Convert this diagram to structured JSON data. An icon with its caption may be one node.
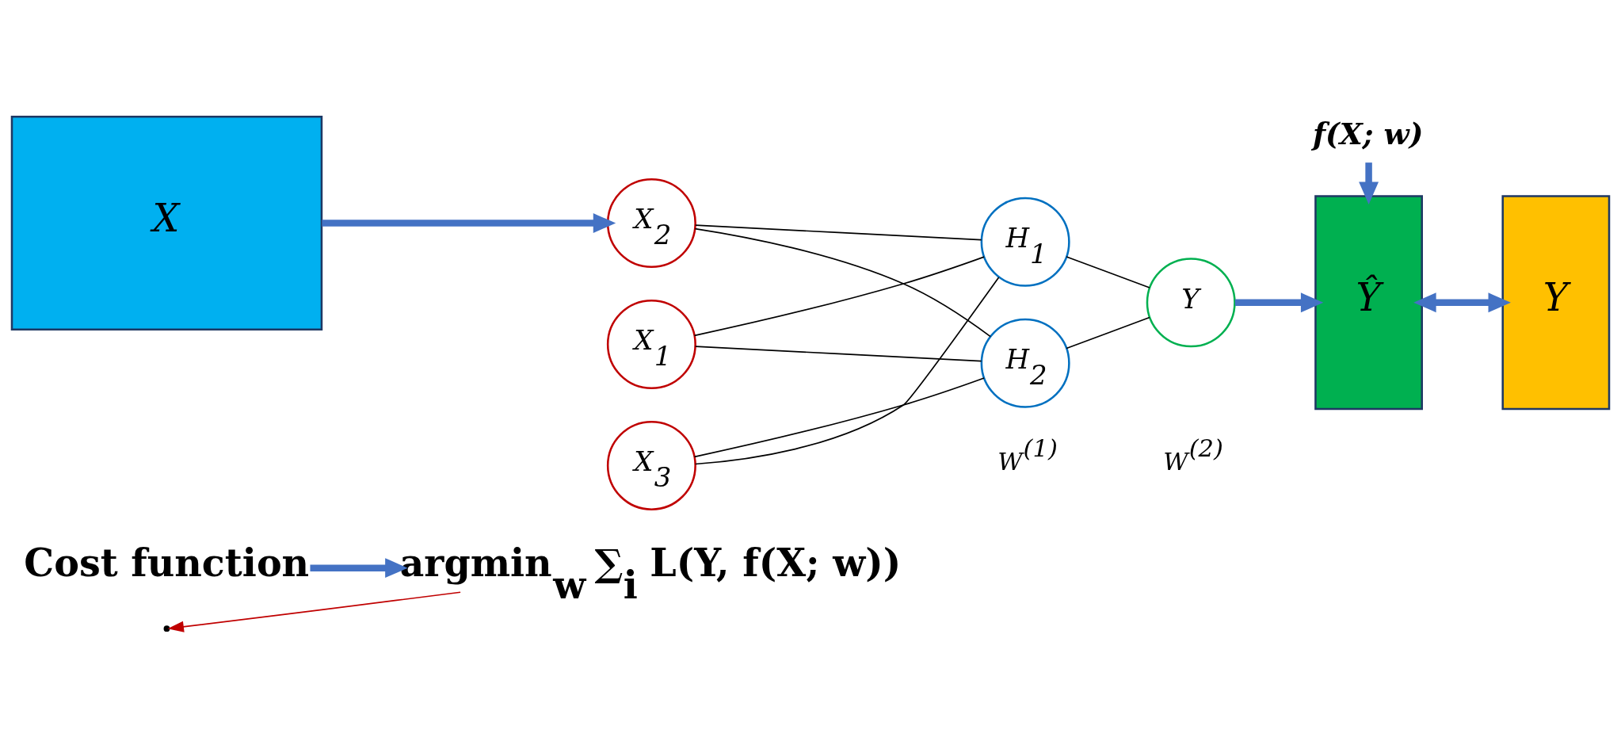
{
  "diagram": {
    "nodes": [
      {
        "text": [
          "Cost function"
        ]
      },
      {
        "text": [
          "argmin$_{w}$ ∑$_{i}$ L(Y, f(X; w))"
        ]
      },
      {
        "text": [
          "X"
        ]
      },
      {
        "text": [
          "X$_{1}$"
        ]
      },
      {
        "text": [
          "X$_{2}$"
        ]
      },
      {
        "text": [
          "X$_{3}$"
        ]
      },
      {
        "text": [
          "H$_{1}$"
        ]
      },
      {
        "text": [
          "H$_{2}$"
        ]
      },
      {
        "text": [
          "Y"
        ]
      },
      {
        "text": [
          "Ŷ"
        ]
      },
      {
        "text": [
          "Y"
        ]
      },
      {
        "text": [
          "f(X; w)"
        ]
      }
    ],
    "edges": [
      {
        "from": 0,
        "to": 1,
        "arrow": "to",
        "style": "thick",
        "color": "#4472c4"
      },
      {
        "from": 2,
        "to": 4,
        "arrow": "to",
        "style": "thick",
        "color": "#4472c4"
      },
      {
        "from": 3,
        "to": 6,
        "arrow": "none"
      },
      {
        "from": 3,
        "to": 7,
        "arrow": "none"
      },
      {
        "from": 4,
        "to": 6,
        "arrow": "none"
      },
      {
        "from": 4,
        "to": 7,
        "arrow": "none"
      },
      {
        "from": 5,
        "to": 6,
        "arrow": "none"
      },
      {
        "from": 5,
        "to": 7,
        "arrow": "none"
      },
      {
        "from": 6,
        "to": 8,
        "arrow": "none"
      },
      {
        "from": 7,
        "to": 8,
        "arrow": "none"
      },
      {
        "from": 8,
        "to": 9,
        "arrow": "to",
        "style": "thick",
        "color": "#4472c4"
      },
      {
        "from": 9,
        "to": 10,
        "arrow": "both",
        "style": "thick",
        "color": "#4472c4"
      },
      {
        "from": 11,
        "to": 9,
        "arrow": "to",
        "style": "thick",
        "color": "#4472c4"
      },
      {
        "from": 1,
        "to": null,
        "arrow": "to",
        "color": "#c00000"
      }
    ],
    "labels": [
      "W$^{(1)}$",
      "W$^{(2)}$"
    ]
  }
}
